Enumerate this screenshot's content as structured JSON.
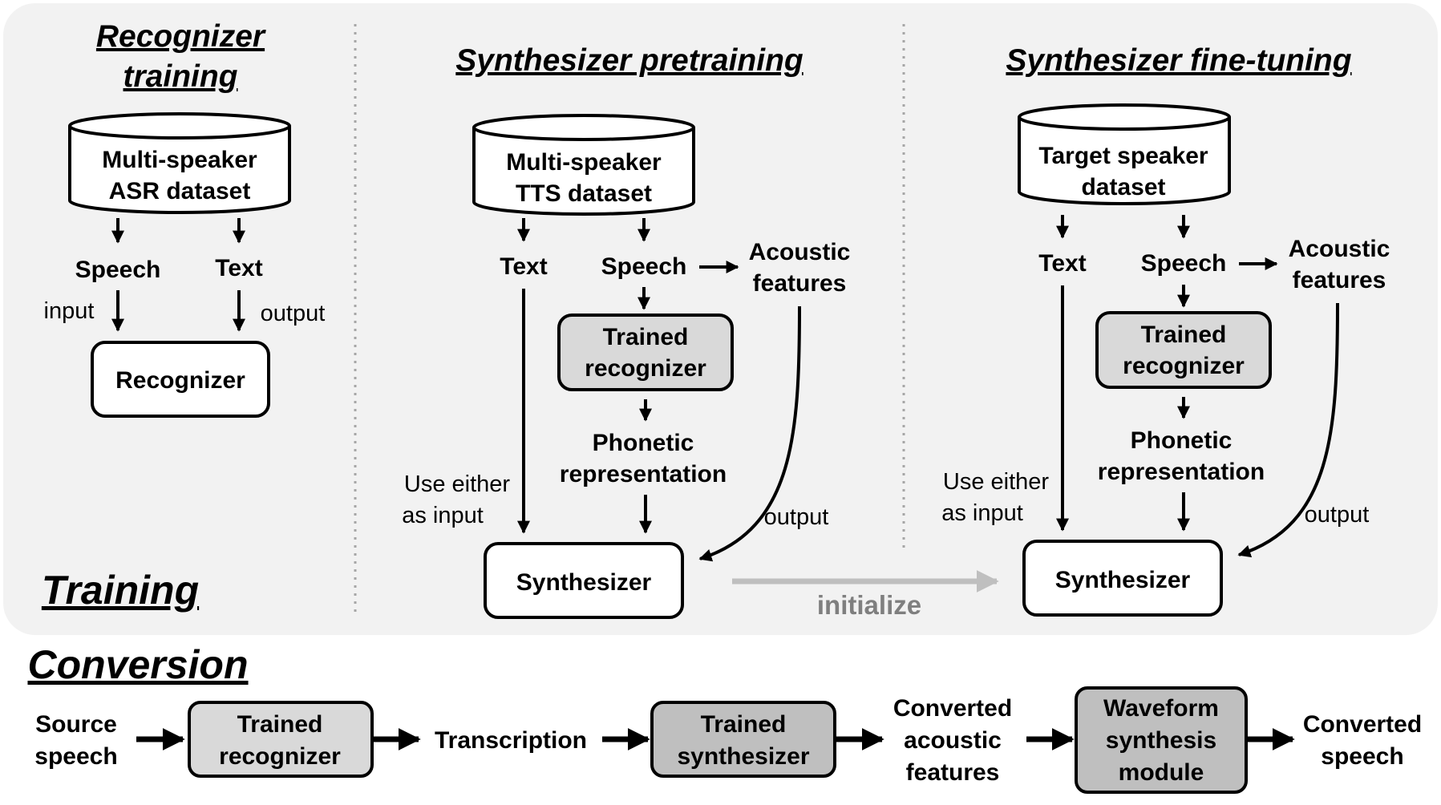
{
  "training": {
    "section_label": "Training",
    "recognizer_training": {
      "title_line1": "Recognizer",
      "title_line2": "training",
      "dataset_line1": "Multi-speaker",
      "dataset_line2": "ASR dataset",
      "speech": "Speech",
      "text": "Text",
      "input": "input",
      "output": "output",
      "recognizer": "Recognizer"
    },
    "synth_pretraining": {
      "title": "Synthesizer pretraining",
      "dataset_line1": "Multi-speaker",
      "dataset_line2": "TTS dataset",
      "text": "Text",
      "speech": "Speech",
      "acoustic_line1": "Acoustic",
      "acoustic_line2": "features",
      "trained_line1": "Trained",
      "trained_line2": "recognizer",
      "phonetic_line1": "Phonetic",
      "phonetic_line2": "representation",
      "use_line1": "Use either",
      "use_line2": "as input",
      "output": "output",
      "synthesizer": "Synthesizer"
    },
    "initialize": "initialize",
    "synth_finetuning": {
      "title": "Synthesizer fine-tuning",
      "dataset_line1": "Target speaker",
      "dataset_line2": "dataset",
      "text": "Text",
      "speech": "Speech",
      "acoustic_line1": "Acoustic",
      "acoustic_line2": "features",
      "trained_line1": "Trained",
      "trained_line2": "recognizer",
      "phonetic_line1": "Phonetic",
      "phonetic_line2": "representation",
      "use_line1": "Use either",
      "use_line2": "as input",
      "output": "output",
      "synthesizer": "Synthesizer"
    }
  },
  "conversion": {
    "section_label": "Conversion",
    "source_line1": "Source",
    "source_line2": "speech",
    "trained_recognizer_line1": "Trained",
    "trained_recognizer_line2": "recognizer",
    "transcription": "Transcription",
    "trained_synth_line1": "Trained",
    "trained_synth_line2": "synthesizer",
    "converted_acoustic_line1": "Converted",
    "converted_acoustic_line2": "acoustic",
    "converted_acoustic_line3": "features",
    "waveform_line1": "Waveform",
    "waveform_line2": "synthesis",
    "waveform_line3": "module",
    "converted_speech_line1": "Converted",
    "converted_speech_line2": "speech"
  },
  "colors": {
    "panel_bg": "#f2f2f2",
    "light_box": "#d9d9d9",
    "dark_box": "#bfbfbf",
    "init_arrow": "#bfbfbf",
    "init_text": "#7f7f7f",
    "ink": "#000000"
  }
}
